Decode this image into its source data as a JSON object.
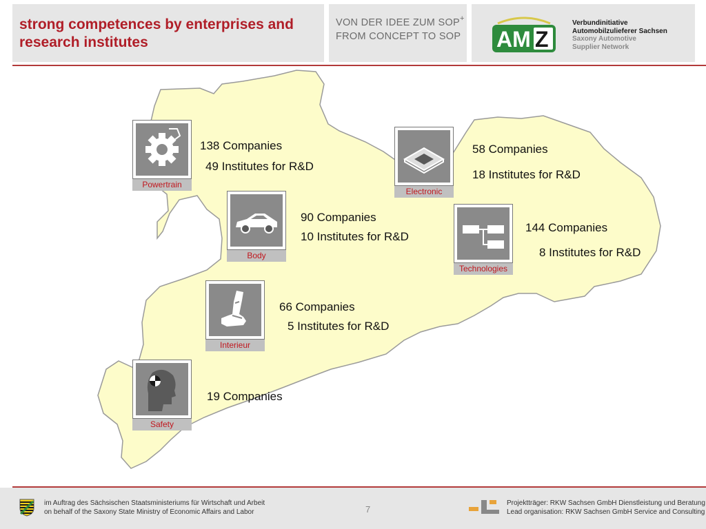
{
  "header": {
    "title": "strong competences by enterprises and research institutes",
    "slogan_line1": "VON DER IDEE ZUM SOP",
    "slogan_sup": "+",
    "slogan_line2": "FROM CONCEPT TO SOP",
    "logo_text": "AMZ",
    "org_line1": "Verbundinitiative",
    "org_line2": "Automobilzulieferer Sachsen",
    "org_line3": "Saxony Automotive",
    "org_line4": "Supplier Network"
  },
  "sectors": [
    {
      "label": "Powertrain",
      "icon": "gear-icon",
      "companies": "138 Companies",
      "institutes": "49 Institutes for R&D"
    },
    {
      "label": "Electronic",
      "icon": "chip-icon",
      "companies": "58 Companies",
      "institutes": "18 Institutes for R&D"
    },
    {
      "label": "Body",
      "icon": "car-icon",
      "companies": "90 Companies",
      "institutes": "10 Institutes for R&D"
    },
    {
      "label": "Technologies",
      "icon": "flowchart-icon",
      "companies": "144 Companies",
      "institutes": "8 Institutes for R&D"
    },
    {
      "label": "Interieur",
      "icon": "seat-icon",
      "companies": "66 Companies",
      "institutes": "5 Institutes for R&D"
    },
    {
      "label": "Safety",
      "icon": "crash-test-dummy-icon",
      "companies": "19 Companies"
    }
  ],
  "footer": {
    "left_line1": "im Auftrag des Sächsischen Staatsministeriums für Wirtschaft und Arbeit",
    "left_line2": "on behalf of the Saxony State Ministry of Economic Affairs and Labor",
    "page_number": "7",
    "right_line1": "Projektträger: RKW Sachsen GmbH Dienstleistung und Beratung",
    "right_line2": "Lead organisation: RKW Sachsen GmbH Service and Consulting"
  },
  "colors": {
    "accent_red": "#b01e28",
    "map_fill": "#fdfcca",
    "map_border": "#9a9a9a",
    "amz_green": "#2e8b3d"
  }
}
